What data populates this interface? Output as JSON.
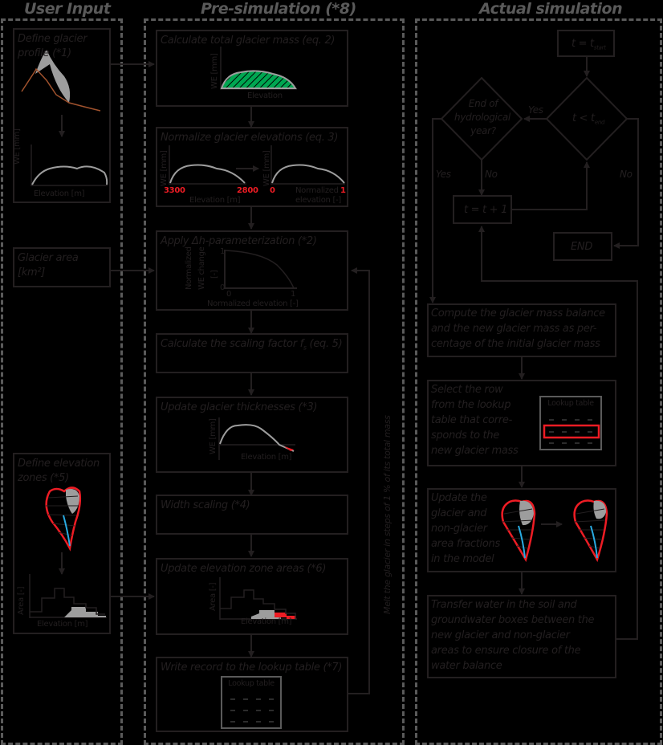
{
  "columns": {
    "user_input": {
      "title": "User Input"
    },
    "pre_simulation": {
      "title": "Pre-simulation (*8)"
    },
    "actual_simulation": {
      "title": "Actual simulation"
    }
  },
  "user_input": {
    "define_glacier_profile": {
      "label_line1": "Define glacier",
      "label_line2": "profile (*1)",
      "ylabel": "WE [mm]",
      "xlabel": "Elevation [m]"
    },
    "glacier_area": {
      "label_line1": "Glacier area",
      "label_line2": "[km²]"
    },
    "define_elevation_zones": {
      "label_line1": "Define elevation",
      "label_line2": "zones (*5)",
      "ylabel": "Area [-]",
      "xlabel": "Elevation [m]"
    }
  },
  "pre_simulation": {
    "calc_total_mass": {
      "label": "Calculate total glacier mass (eq. 2)",
      "ylabel": "WE [mm]",
      "xlabel": "Elevation"
    },
    "normalize": {
      "label": "Normalize glacier elevations (eq. 3)",
      "ylabel": "WE [mm]",
      "x_min": "3300",
      "x_max": "2800",
      "xlabel": "Elevation [m]",
      "norm_min": "0",
      "norm_max": "1",
      "norm_xlabel_line1": "Normalized",
      "norm_xlabel_line2": "elevation [-]"
    },
    "delta_h": {
      "label": "Apply Δh-parameterization (*2)",
      "ylabel_line1": "Normalized",
      "ylabel_line2": "WE change",
      "ylabel_line3": "[-]",
      "y_max": "1",
      "y_min": "0",
      "x_min": "0",
      "x_max": "1",
      "xlabel": "Normalized elevation [-]"
    },
    "scaling_factor": {
      "label": "Calculate the scaling factor f",
      "label_sub": "s",
      "label_tail": " (eq. 5)"
    },
    "update_thickness": {
      "label": "Update glacier thicknesses (*3)",
      "ylabel": "WE [mm]",
      "xlabel": "Elevation [m]"
    },
    "width_scaling": {
      "label": "Width scaling (*4)"
    },
    "update_zone_areas": {
      "label": "Update elevation zone areas (*6)",
      "ylabel": "Area [-]",
      "xlabel": "Elevation [m]"
    },
    "write_record": {
      "label": "Write record to the lookup table (*7)",
      "table_title": "Lookup table"
    },
    "side_label": "Melt the glacier in steps of 1 % of its total mass"
  },
  "actual_simulation": {
    "t_start": {
      "label": "t = t",
      "sub": "start"
    },
    "t_end_check": {
      "label": "t < t",
      "sub": "end"
    },
    "end_hydro_year": {
      "line1": "End of",
      "line2": "hydrological",
      "line3": "year?"
    },
    "yes_label_1": "Yes",
    "yes_label_2": "Yes",
    "no_label_1": "No",
    "no_label_2": "No",
    "t_increment": {
      "label": "t = t + 1"
    },
    "end": {
      "label": "END"
    },
    "compute_mass_balance": {
      "line1": "Compute the glacier mass balance",
      "line2": "and the new glacier mass as per-",
      "line3": "centage of the initial glacier mass"
    },
    "select_row": {
      "line1": "Select the row",
      "line2": "from the lookup",
      "line3": "table that corre-",
      "line4": "sponds to the",
      "line5": "new glacier mass",
      "table_title": "Lookup table"
    },
    "update_fractions": {
      "line1": "Update the",
      "line2": "glacier and",
      "line3": "non-glacier",
      "line4": "area fractions",
      "line5": "in the model"
    },
    "transfer_water": {
      "line1": "Transfer water in the soil and",
      "line2": "groundwater boxes between the",
      "line3": "new glacier and non-glacier",
      "line4": "areas to ensure closure of the",
      "line5": "water balance"
    }
  },
  "colors": {
    "background": "#000000",
    "line": "#231f20",
    "dashed": "#5a5a5a",
    "glacier_fill": "#9d9d9d",
    "mass_hatch": "#00a651",
    "highlight": "#ed1c24",
    "river": "#29abe2",
    "profile": "#a0522d"
  }
}
